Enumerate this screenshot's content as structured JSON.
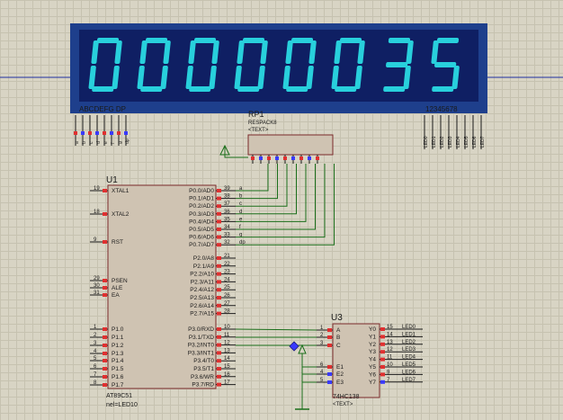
{
  "display": {
    "digits": [
      "0",
      "0",
      "0",
      "0",
      "0",
      "0",
      "3",
      "5"
    ],
    "seg_label_left": "ABCDEFG  DP",
    "seg_label_right": "12345678",
    "colors": {
      "bezel": "#1e3f8c",
      "panel": "#0f1f63",
      "segment": "#28d0dc"
    }
  },
  "rp1": {
    "ref": "RP1",
    "part": "RESPACK8",
    "text": "<TEXT>"
  },
  "u1": {
    "ref": "U1",
    "part": "AT89C51",
    "netlabel": "nel=LED10",
    "left_pins": [
      {
        "num": "19",
        "name": "XTAL1"
      },
      {
        "num": "18",
        "name": "XTAL2"
      },
      {
        "num": "9",
        "name": "RST"
      },
      {
        "num": "29",
        "name": "PSEN"
      },
      {
        "num": "30",
        "name": "ALE"
      },
      {
        "num": "31",
        "name": "EA"
      },
      {
        "num": "1",
        "name": "P1.0"
      },
      {
        "num": "2",
        "name": "P1.1"
      },
      {
        "num": "3",
        "name": "P1.2"
      },
      {
        "num": "4",
        "name": "P1.3"
      },
      {
        "num": "5",
        "name": "P1.4"
      },
      {
        "num": "6",
        "name": "P1.5"
      },
      {
        "num": "7",
        "name": "P1.6"
      },
      {
        "num": "8",
        "name": "P1.7"
      }
    ],
    "right_pins_p0": [
      {
        "num": "39",
        "name": "P0.0/AD0",
        "net": "a"
      },
      {
        "num": "38",
        "name": "P0.1/AD1",
        "net": "b"
      },
      {
        "num": "37",
        "name": "P0.2/AD2",
        "net": "c"
      },
      {
        "num": "36",
        "name": "P0.3/AD3",
        "net": "d"
      },
      {
        "num": "35",
        "name": "P0.4/AD4",
        "net": "e"
      },
      {
        "num": "34",
        "name": "P0.5/AD5",
        "net": "f"
      },
      {
        "num": "33",
        "name": "P0.6/AD6",
        "net": "g"
      },
      {
        "num": "32",
        "name": "P0.7/AD7",
        "net": "dp"
      }
    ],
    "right_pins_p2": [
      {
        "num": "21",
        "name": "P2.0/A8"
      },
      {
        "num": "22",
        "name": "P2.1/A9"
      },
      {
        "num": "23",
        "name": "P2.2/A10"
      },
      {
        "num": "24",
        "name": "P2.3/A11"
      },
      {
        "num": "25",
        "name": "P2.4/A12"
      },
      {
        "num": "26",
        "name": "P2.5/A13"
      },
      {
        "num": "27",
        "name": "P2.6/A14"
      },
      {
        "num": "28",
        "name": "P2.7/A15"
      }
    ],
    "right_pins_p3": [
      {
        "num": "10",
        "name": "P3.0/RXD"
      },
      {
        "num": "11",
        "name": "P3.1/TXD"
      },
      {
        "num": "12",
        "name": "P3.2/INT0"
      },
      {
        "num": "13",
        "name": "P3.3/INT1"
      },
      {
        "num": "14",
        "name": "P3.4/T0"
      },
      {
        "num": "15",
        "name": "P3.5/T1"
      },
      {
        "num": "16",
        "name": "P3.6/WR"
      },
      {
        "num": "17",
        "name": "P3.7/RD"
      }
    ]
  },
  "u3": {
    "ref": "U3",
    "part": "74HC138",
    "text": "<TEXT>",
    "left_pins": [
      {
        "num": "1",
        "name": "A"
      },
      {
        "num": "2",
        "name": "B"
      },
      {
        "num": "3",
        "name": "C"
      },
      {
        "num": "6",
        "name": "E1"
      },
      {
        "num": "4",
        "name": "E2"
      },
      {
        "num": "5",
        "name": "E3"
      }
    ],
    "right_pins": [
      {
        "num": "15",
        "name": "Y0",
        "net": "LED0"
      },
      {
        "num": "14",
        "name": "Y1",
        "net": "LED1"
      },
      {
        "num": "13",
        "name": "Y2",
        "net": "LED2"
      },
      {
        "num": "12",
        "name": "Y3",
        "net": "LED3"
      },
      {
        "num": "11",
        "name": "Y4",
        "net": "LED4"
      },
      {
        "num": "10",
        "name": "Y5",
        "net": "LED5"
      },
      {
        "num": "9",
        "name": "Y6",
        "net": "LED6"
      },
      {
        "num": "7",
        "name": "Y7",
        "net": "LED7"
      }
    ]
  },
  "seg_nets_left": [
    "a",
    "b",
    "c",
    "d",
    "e",
    "f",
    "g",
    "dp"
  ],
  "seg_nets_right": [
    "LED0",
    "LED1",
    "LED2",
    "LED3",
    "LED4",
    "LED5",
    "LED6",
    "LED7"
  ]
}
